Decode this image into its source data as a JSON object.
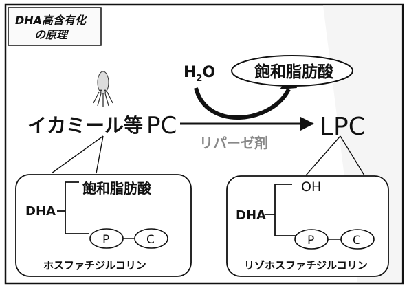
{
  "title_box": {
    "line1": "DHA高含有化",
    "line2": "の原理"
  },
  "source_label": "イカミール等",
  "substrate": "PC",
  "product": "LPC",
  "enzyme": "リパーゼ剤",
  "water": {
    "main": "H",
    "sub": "2",
    "tail": "O"
  },
  "released": "飽和脂肪酸",
  "left_panel": {
    "fatty_acid": "飽和脂肪酸",
    "dha": "DHA",
    "p": "P",
    "c": "C",
    "caption": "ホスファチジルコリン"
  },
  "right_panel": {
    "hydroxyl": "OH",
    "dha": "DHA",
    "p": "P",
    "c": "C",
    "caption": "リゾホスファチジルコリン"
  },
  "icons": {
    "squid": "squid-icon"
  },
  "colors": {
    "ink": "#111111",
    "background": "#ffffff",
    "shadow": "#cfcfcf"
  }
}
